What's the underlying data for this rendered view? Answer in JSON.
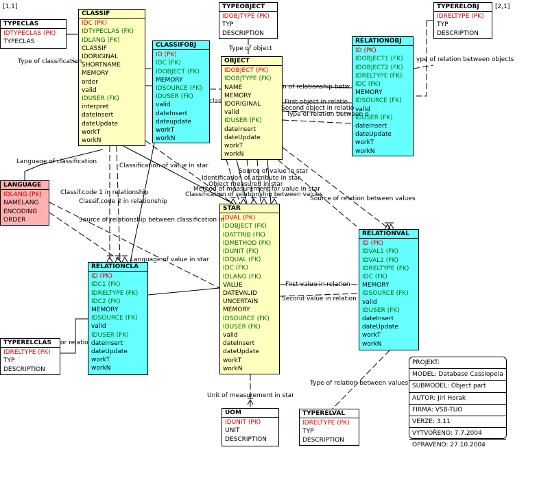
{
  "corners": {
    "left": "[1,1]",
    "right": "[2,1]"
  },
  "entities": [
    {
      "id": "CLASSIF",
      "title": "CLASSIF",
      "color": "y",
      "attrs": [
        {
          "n": "IDC (PK)",
          "k": "pk"
        },
        {
          "n": "IDTYPECLAS (FK)",
          "k": "fk"
        },
        {
          "n": "IDLANG (FK)",
          "k": "fk"
        },
        {
          "n": "CLASSIF",
          "k": ""
        },
        {
          "n": "IDORIGINAL",
          "k": ""
        },
        {
          "n": "SHORTNAME",
          "k": ""
        },
        {
          "n": "MEMORY",
          "k": ""
        },
        {
          "n": "order",
          "k": ""
        },
        {
          "n": "valid",
          "k": ""
        },
        {
          "n": "IDUSER (FK)",
          "k": "fk"
        },
        {
          "n": "interpret",
          "k": ""
        },
        {
          "n": "dateInsert",
          "k": ""
        },
        {
          "n": "dateUpdate",
          "k": ""
        },
        {
          "n": "workT",
          "k": ""
        },
        {
          "n": "workN",
          "k": ""
        }
      ]
    },
    {
      "id": "TYPECLAS",
      "title": "TYPECLAS",
      "color": "w",
      "attrs": [
        {
          "n": "IDTYPECLAS (PK)",
          "k": "pk"
        },
        {
          "n": "TYPECLAS",
          "k": ""
        }
      ]
    },
    {
      "id": "CLASSIFOBJ",
      "title": "CLASSIFOBJ",
      "color": "c",
      "attrs": [
        {
          "n": "ID (PK)",
          "k": "pk"
        },
        {
          "n": "IDC (FK)",
          "k": "fk"
        },
        {
          "n": "IDOBJECT (FK)",
          "k": "fk"
        },
        {
          "n": "MEMORY",
          "k": ""
        },
        {
          "n": "IDSOURCE (FK)",
          "k": "fk"
        },
        {
          "n": "IDUSER (FK)",
          "k": "fk"
        },
        {
          "n": "valid",
          "k": ""
        },
        {
          "n": "dateInsert",
          "k": ""
        },
        {
          "n": "dateupdate",
          "k": ""
        },
        {
          "n": "workT",
          "k": ""
        },
        {
          "n": "workN",
          "k": ""
        }
      ]
    },
    {
      "id": "TYPEOBJECT",
      "title": "TYPEOBJECT",
      "color": "w",
      "attrs": [
        {
          "n": "IDOBJTYPE (PK)",
          "k": "pk"
        },
        {
          "n": "TYP",
          "k": ""
        },
        {
          "n": "DESCRIPTION",
          "k": ""
        }
      ]
    },
    {
      "id": "OBJECT",
      "title": "OBJECT",
      "color": "y",
      "attrs": [
        {
          "n": "IDOBJECT (PK)",
          "k": "pk"
        },
        {
          "n": "IDOBJTYPE (FK)",
          "k": "fk"
        },
        {
          "n": "NAME",
          "k": ""
        },
        {
          "n": "MEMORY",
          "k": ""
        },
        {
          "n": "IDORIGINAL",
          "k": ""
        },
        {
          "n": "valid",
          "k": ""
        },
        {
          "n": "IDUSER (FK)",
          "k": "fk"
        },
        {
          "n": "dateInsert",
          "k": ""
        },
        {
          "n": "dateUpdate",
          "k": ""
        },
        {
          "n": "workT",
          "k": ""
        },
        {
          "n": "workN",
          "k": ""
        }
      ]
    },
    {
      "id": "TYPERELOBJ",
      "title": "TYPERELOBJ",
      "color": "w",
      "attrs": [
        {
          "n": "IDRELTYPE (PK)",
          "k": "pk"
        },
        {
          "n": "TYP",
          "k": ""
        },
        {
          "n": "DESCRIPTION",
          "k": ""
        }
      ]
    },
    {
      "id": "RELATIONOBJ",
      "title": "RELATIONOBJ",
      "color": "c",
      "attrs": [
        {
          "n": "ID (PK)",
          "k": "pk"
        },
        {
          "n": "IDOBJECT1 (FK)",
          "k": "fk"
        },
        {
          "n": "IDOBJECT2 (FK)",
          "k": "fk"
        },
        {
          "n": "IDRELTYPE (FK)",
          "k": "fk"
        },
        {
          "n": "IDC (FK)",
          "k": "fk"
        },
        {
          "n": "MEMORY",
          "k": ""
        },
        {
          "n": "IDSOURCE (FK)",
          "k": "fk"
        },
        {
          "n": "valid",
          "k": ""
        },
        {
          "n": "IDUSER (FK)",
          "k": "fk"
        },
        {
          "n": "dateInsert",
          "k": ""
        },
        {
          "n": "dateUpdate",
          "k": ""
        },
        {
          "n": "workT",
          "k": ""
        },
        {
          "n": "workN",
          "k": ""
        }
      ]
    },
    {
      "id": "LANGUAGE",
      "title": "LANGUAGE",
      "color": "p",
      "attrs": [
        {
          "n": "IDLANG (PK)",
          "k": "pk"
        },
        {
          "n": "NAMELANG",
          "k": ""
        },
        {
          "n": "ENCODING",
          "k": ""
        },
        {
          "n": "ORDER",
          "k": ""
        }
      ]
    },
    {
      "id": "STAR",
      "title": "STAR",
      "color": "y",
      "attrs": [
        {
          "n": "IDVAL (PK)",
          "k": "pk"
        },
        {
          "n": "IDOBJECT (FK)",
          "k": "fk"
        },
        {
          "n": "IDATTRIB (FK)",
          "k": "fk"
        },
        {
          "n": "IDMETHOD (FK)",
          "k": "fk"
        },
        {
          "n": "IDUNIT (FK)",
          "k": "fk"
        },
        {
          "n": "IDQUAL (FK)",
          "k": "fk"
        },
        {
          "n": "IDC (FK)",
          "k": "fk"
        },
        {
          "n": "IDLANG (FK)",
          "k": "fk"
        },
        {
          "n": "VALUE",
          "k": ""
        },
        {
          "n": "DATEVALID",
          "k": ""
        },
        {
          "n": "UNCERTAIN",
          "k": ""
        },
        {
          "n": "MEMORY",
          "k": ""
        },
        {
          "n": "IDSOURCE (FK)",
          "k": "fk"
        },
        {
          "n": "IDUSER (FK)",
          "k": "fk"
        },
        {
          "n": "valid",
          "k": ""
        },
        {
          "n": "dateInsert",
          "k": ""
        },
        {
          "n": "dateUpdate",
          "k": ""
        },
        {
          "n": "workT",
          "k": ""
        },
        {
          "n": "workN",
          "k": ""
        }
      ]
    },
    {
      "id": "RELATIONCLA",
      "title": "RELATIONCLA",
      "color": "c",
      "attrs": [
        {
          "n": "ID (PK)",
          "k": "pk"
        },
        {
          "n": "IDC1 (FK)",
          "k": "fk"
        },
        {
          "n": "IDRELTYPE (FK)",
          "k": "fk"
        },
        {
          "n": "IDC2 (FK)",
          "k": "fk"
        },
        {
          "n": "MEMORY",
          "k": ""
        },
        {
          "n": "IDSOURCE (FK)",
          "k": "fk"
        },
        {
          "n": "valid",
          "k": ""
        },
        {
          "n": "IDUSER (FK)",
          "k": "fk"
        },
        {
          "n": "dateInsert",
          "k": ""
        },
        {
          "n": "dateUpdate",
          "k": ""
        },
        {
          "n": "workT",
          "k": ""
        },
        {
          "n": "workN",
          "k": ""
        }
      ]
    },
    {
      "id": "RELATIONVAL",
      "title": "RELATIONVAL",
      "color": "c",
      "attrs": [
        {
          "n": "ID (PK)",
          "k": "pk"
        },
        {
          "n": "IDVAL1 (FK)",
          "k": "fk"
        },
        {
          "n": "IDVAL2 (FK)",
          "k": "fk"
        },
        {
          "n": "IDRELTYPE (FK)",
          "k": "fk"
        },
        {
          "n": "IDC (FK)",
          "k": "fk"
        },
        {
          "n": "MEMORY",
          "k": ""
        },
        {
          "n": "IDSOURCE (FK)",
          "k": "fk"
        },
        {
          "n": "valid",
          "k": ""
        },
        {
          "n": "IDUSER (FK)",
          "k": "fk"
        },
        {
          "n": "dateInsert",
          "k": ""
        },
        {
          "n": "dateUpdate",
          "k": ""
        },
        {
          "n": "workT",
          "k": ""
        },
        {
          "n": "workN",
          "k": ""
        }
      ]
    },
    {
      "id": "TYPERELCLAS",
      "title": "TYPERELCLAS",
      "color": "w",
      "attrs": [
        {
          "n": "IDRELTYPE (PK)",
          "k": "pk"
        },
        {
          "n": "TYP",
          "k": ""
        },
        {
          "n": "DESCRIPTION",
          "k": ""
        }
      ]
    },
    {
      "id": "UOM",
      "title": "UOM",
      "color": "w",
      "attrs": [
        {
          "n": "IDUNIT (PK)",
          "k": "pk"
        },
        {
          "n": "UNIT",
          "k": ""
        },
        {
          "n": "DESCRIPTION",
          "k": ""
        }
      ]
    },
    {
      "id": "TYPERELVAL",
      "title": "TYPERELVAL",
      "color": "w",
      "attrs": [
        {
          "n": "IDRELTYPE (PK)",
          "k": "pk"
        },
        {
          "n": "TYP",
          "k": ""
        },
        {
          "n": "DESCRIPTION",
          "k": ""
        }
      ]
    }
  ],
  "labels": [
    "Type of classification",
    "Type of object",
    "n of relationship betw",
    "ype of relation between objects",
    "First object in relatio",
    "Second object in relatio",
    "Type of relation between o",
    "Language of classification",
    "Classification of value in star",
    "Source of value in star",
    "Identification of attribute in star",
    "Object measured in star",
    "Method of measurement for value in star",
    "Classification of relationship between values",
    "Source of relation between values",
    "Classif.code 1 in relationship",
    "Classif.code 2 in relationship",
    "Source of relationship between classification in",
    "Language of value in star",
    "First value in relation",
    "Second value in relation",
    "or relatio",
    "Type of relation between values",
    "Unit of measurement in star",
    "clas"
  ],
  "info": [
    "PROJEKT:",
    "MODEL: Database Cassiopeia",
    "SUBMODEL: Object part",
    "AUTOR: Jiri Horak",
    "FIRMA: VSB-TUO",
    "VERZE: 3.11",
    "VYTVOŘENO: 7.7.2004",
    "OPRAVENO: 27.10.2004"
  ]
}
